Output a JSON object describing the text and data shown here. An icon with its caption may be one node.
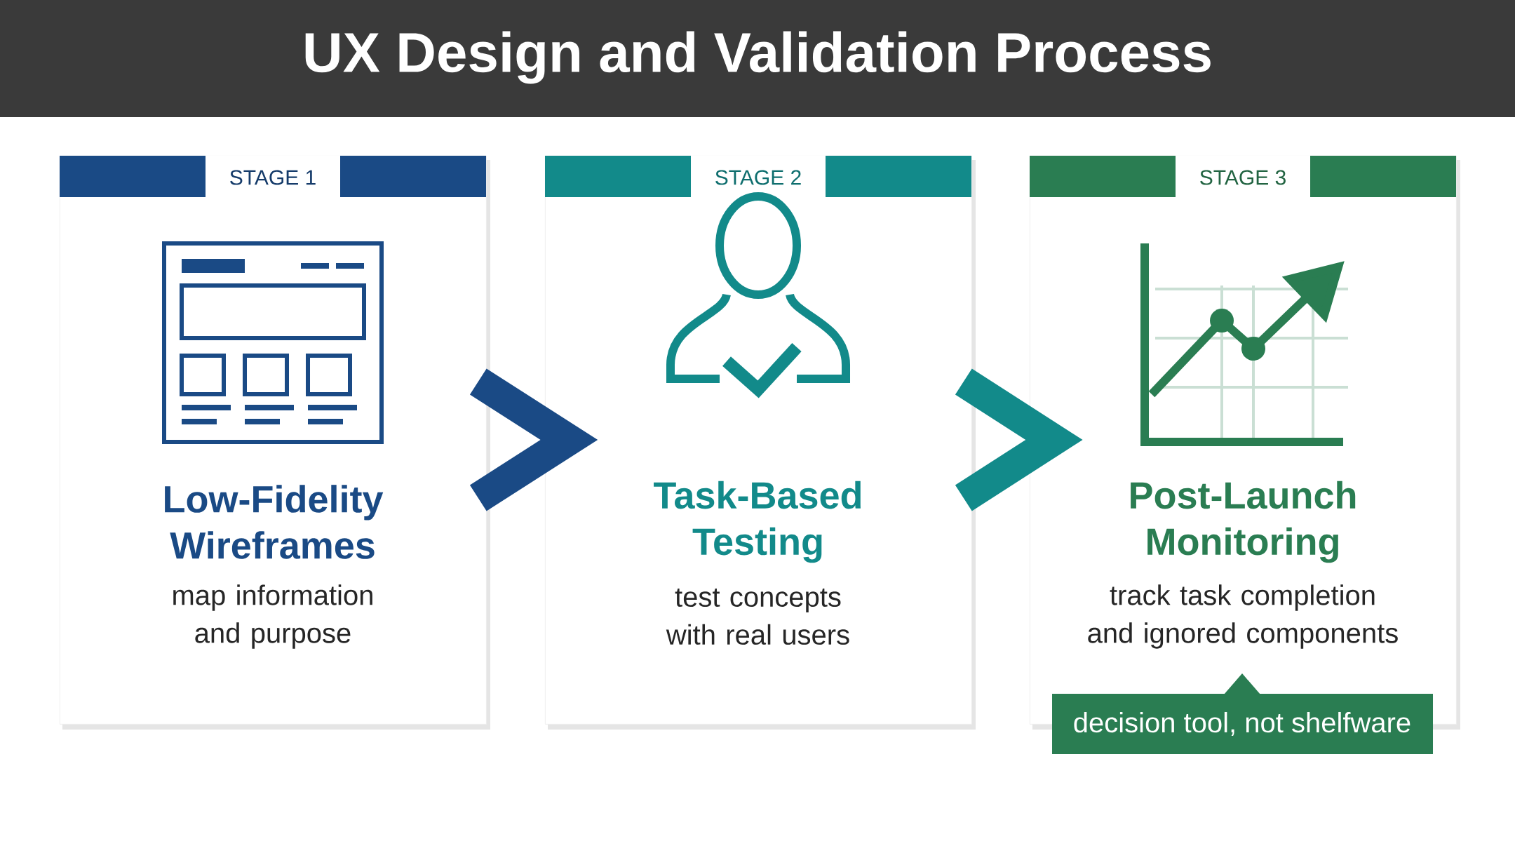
{
  "diagram": {
    "title": "UX Design and Validation Process",
    "nodes": [
      {
        "text": [
          "STAGE 1",
          "Low-Fidelity Wireframes",
          "map information and purpose"
        ]
      },
      {
        "text": [
          "STAGE 2",
          "Task-Based Testing",
          "test concepts with real users"
        ]
      },
      {
        "text": [
          "STAGE 3",
          "Post-Launch Monitoring",
          "track task completion and ignored components"
        ]
      },
      {
        "text": [
          "decision tool, not shelfware"
        ]
      }
    ],
    "edges": [
      {
        "from": 0,
        "to": 1,
        "arrow": "to",
        "color": "#1a4a85"
      },
      {
        "from": 1,
        "to": 2,
        "arrow": "to",
        "color": "#128a8a"
      }
    ]
  }
}
